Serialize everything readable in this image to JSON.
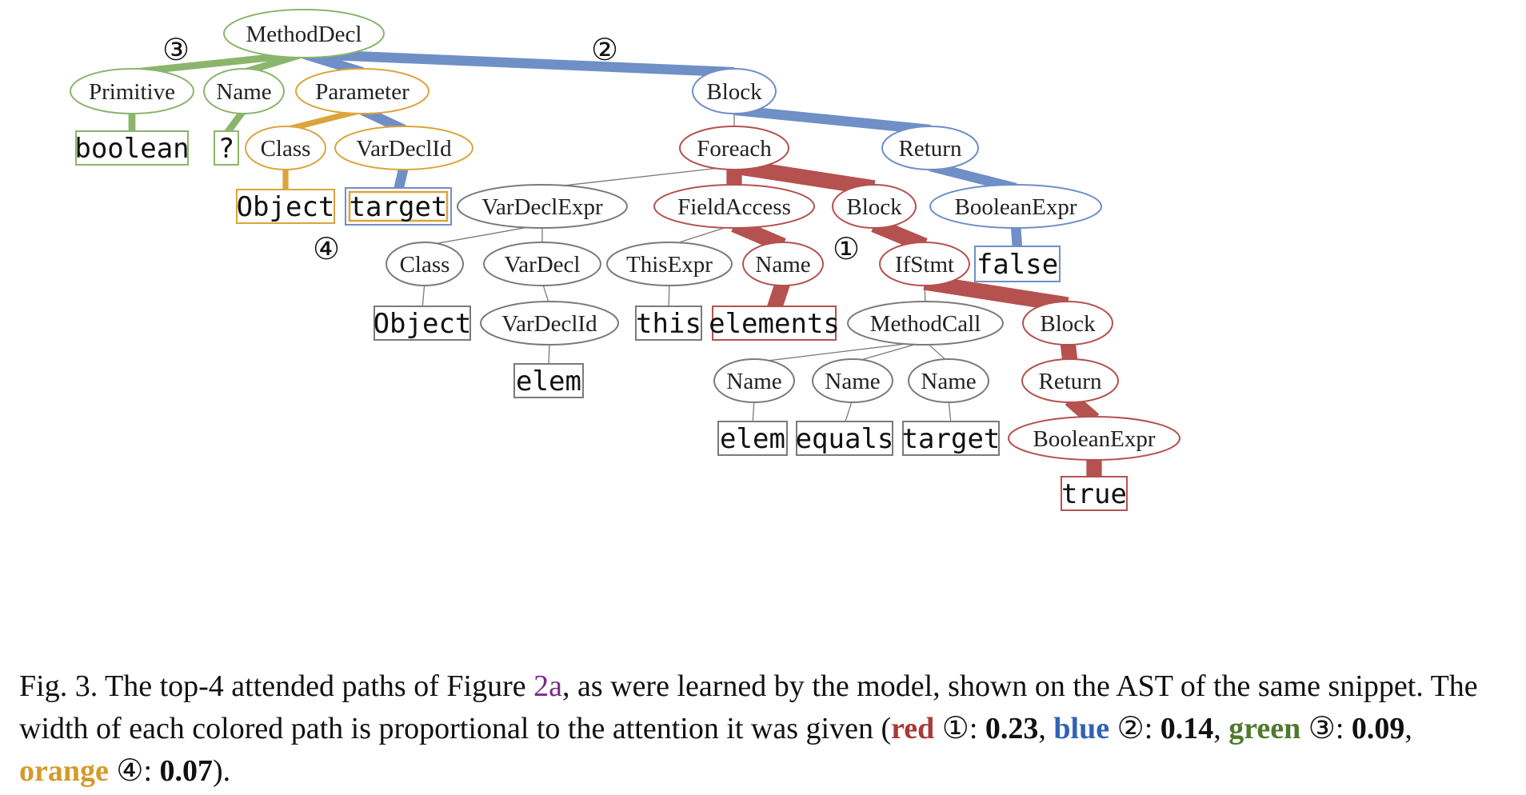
{
  "colors": {
    "red": "#b5514f",
    "blue": "#6f8fc7",
    "green": "#8bb56c",
    "orange": "#dca43c",
    "gray": "#7a7a7a",
    "caption_red": "#a83a36",
    "caption_blue": "#2f63b4",
    "caption_green": "#4f7a2e",
    "caption_orange": "#d49a2a"
  },
  "tree": {
    "nodes": [
      {
        "id": "methoddecl",
        "label": "MethodDecl",
        "kind": "ellipse",
        "color": "green"
      },
      {
        "id": "primitive",
        "label": "Primitive",
        "kind": "ellipse",
        "color": "green"
      },
      {
        "id": "name_top",
        "label": "Name",
        "kind": "ellipse",
        "color": "green"
      },
      {
        "id": "parameter",
        "label": "Parameter",
        "kind": "ellipse",
        "color": "orange"
      },
      {
        "id": "block_top",
        "label": "Block",
        "kind": "ellipse",
        "color": "blue"
      },
      {
        "id": "boolean",
        "label": "boolean",
        "kind": "box",
        "color": "green"
      },
      {
        "id": "qmark",
        "label": "?",
        "kind": "box",
        "color": "green"
      },
      {
        "id": "class_param",
        "label": "Class",
        "kind": "ellipse",
        "color": "orange"
      },
      {
        "id": "vardeclid_param",
        "label": "VarDeclId",
        "kind": "ellipse",
        "color": "orange"
      },
      {
        "id": "object_param",
        "label": "Object",
        "kind": "box",
        "color": "orange"
      },
      {
        "id": "target_param",
        "label": "target",
        "kind": "box",
        "color": "blue",
        "inner": "orange"
      },
      {
        "id": "foreach",
        "label": "Foreach",
        "kind": "ellipse",
        "color": "red"
      },
      {
        "id": "return_top",
        "label": "Return",
        "kind": "ellipse",
        "color": "blue"
      },
      {
        "id": "boolexpr_top",
        "label": "BooleanExpr",
        "kind": "ellipse",
        "color": "blue"
      },
      {
        "id": "false_leaf",
        "label": "false",
        "kind": "box",
        "color": "blue"
      },
      {
        "id": "vardeclexpr",
        "label": "VarDeclExpr",
        "kind": "ellipse",
        "color": "gray"
      },
      {
        "id": "fieldaccess",
        "label": "FieldAccess",
        "kind": "ellipse",
        "color": "red"
      },
      {
        "id": "block_mid",
        "label": "Block",
        "kind": "ellipse",
        "color": "red"
      },
      {
        "id": "class_var",
        "label": "Class",
        "kind": "ellipse",
        "color": "gray"
      },
      {
        "id": "vardecl",
        "label": "VarDecl",
        "kind": "ellipse",
        "color": "gray"
      },
      {
        "id": "thisexpr",
        "label": "ThisExpr",
        "kind": "ellipse",
        "color": "gray"
      },
      {
        "id": "name_field",
        "label": "Name",
        "kind": "ellipse",
        "color": "red"
      },
      {
        "id": "ifstmt",
        "label": "IfStmt",
        "kind": "ellipse",
        "color": "red"
      },
      {
        "id": "object_var",
        "label": "Object",
        "kind": "box",
        "color": "gray"
      },
      {
        "id": "vardeclid_var",
        "label": "VarDeclId",
        "kind": "ellipse",
        "color": "gray"
      },
      {
        "id": "this_leaf",
        "label": "this",
        "kind": "box",
        "color": "gray"
      },
      {
        "id": "elements_leaf",
        "label": "elements",
        "kind": "box",
        "color": "red"
      },
      {
        "id": "methodcall",
        "label": "MethodCall",
        "kind": "ellipse",
        "color": "gray"
      },
      {
        "id": "block_if",
        "label": "Block",
        "kind": "ellipse",
        "color": "red"
      },
      {
        "id": "elem_var",
        "label": "elem",
        "kind": "box",
        "color": "gray"
      },
      {
        "id": "name_a",
        "label": "Name",
        "kind": "ellipse",
        "color": "gray"
      },
      {
        "id": "name_b",
        "label": "Name",
        "kind": "ellipse",
        "color": "gray"
      },
      {
        "id": "name_c",
        "label": "Name",
        "kind": "ellipse",
        "color": "gray"
      },
      {
        "id": "return_if",
        "label": "Return",
        "kind": "ellipse",
        "color": "red"
      },
      {
        "id": "elem_leaf",
        "label": "elem",
        "kind": "box",
        "color": "gray"
      },
      {
        "id": "equals_leaf",
        "label": "equals",
        "kind": "box",
        "color": "gray"
      },
      {
        "id": "target_leaf",
        "label": "target",
        "kind": "box",
        "color": "gray"
      },
      {
        "id": "boolexpr_if",
        "label": "BooleanExpr",
        "kind": "ellipse",
        "color": "red"
      },
      {
        "id": "true_leaf",
        "label": "true",
        "kind": "box",
        "color": "red"
      }
    ],
    "edges": [
      {
        "from": "methoddecl",
        "to": "primitive",
        "color": "green",
        "weight": 0.09
      },
      {
        "from": "methoddecl",
        "to": "name_top",
        "color": "green",
        "weight": 0.09
      },
      {
        "from": "methoddecl",
        "to": "parameter",
        "color": "blue",
        "weight": 0.14
      },
      {
        "from": "methoddecl",
        "to": "block_top",
        "color": "blue",
        "weight": 0.14
      },
      {
        "from": "primitive",
        "to": "boolean",
        "color": "green",
        "weight": 0.09
      },
      {
        "from": "name_top",
        "to": "qmark",
        "color": "green",
        "weight": 0.09
      },
      {
        "from": "parameter",
        "to": "class_param",
        "color": "orange",
        "weight": 0.07
      },
      {
        "from": "parameter",
        "to": "vardeclid_param",
        "color": "blue",
        "weight": 0.14
      },
      {
        "from": "class_param",
        "to": "object_param",
        "color": "orange",
        "weight": 0.07
      },
      {
        "from": "vardeclid_param",
        "to": "target_param",
        "color": "blue",
        "weight": 0.14
      },
      {
        "from": "block_top",
        "to": "foreach",
        "color": "gray",
        "weight": 0
      },
      {
        "from": "block_top",
        "to": "return_top",
        "color": "blue",
        "weight": 0.14
      },
      {
        "from": "return_top",
        "to": "boolexpr_top",
        "color": "blue",
        "weight": 0.14
      },
      {
        "from": "boolexpr_top",
        "to": "false_leaf",
        "color": "blue",
        "weight": 0.14
      },
      {
        "from": "foreach",
        "to": "vardeclexpr",
        "color": "gray",
        "weight": 0
      },
      {
        "from": "foreach",
        "to": "fieldaccess",
        "color": "red",
        "weight": 0.23
      },
      {
        "from": "foreach",
        "to": "block_mid",
        "color": "red",
        "weight": 0.23
      },
      {
        "from": "vardeclexpr",
        "to": "class_var",
        "color": "gray",
        "weight": 0
      },
      {
        "from": "vardeclexpr",
        "to": "vardecl",
        "color": "gray",
        "weight": 0
      },
      {
        "from": "fieldaccess",
        "to": "thisexpr",
        "color": "gray",
        "weight": 0
      },
      {
        "from": "fieldaccess",
        "to": "name_field",
        "color": "red",
        "weight": 0.23
      },
      {
        "from": "block_mid",
        "to": "ifstmt",
        "color": "red",
        "weight": 0.23
      },
      {
        "from": "class_var",
        "to": "object_var",
        "color": "gray",
        "weight": 0
      },
      {
        "from": "vardecl",
        "to": "vardeclid_var",
        "color": "gray",
        "weight": 0
      },
      {
        "from": "thisexpr",
        "to": "this_leaf",
        "color": "gray",
        "weight": 0
      },
      {
        "from": "name_field",
        "to": "elements_leaf",
        "color": "red",
        "weight": 0.23
      },
      {
        "from": "ifstmt",
        "to": "methodcall",
        "color": "gray",
        "weight": 0
      },
      {
        "from": "ifstmt",
        "to": "block_if",
        "color": "red",
        "weight": 0.23
      },
      {
        "from": "vardeclid_var",
        "to": "elem_var",
        "color": "gray",
        "weight": 0
      },
      {
        "from": "methodcall",
        "to": "name_a",
        "color": "gray",
        "weight": 0
      },
      {
        "from": "methodcall",
        "to": "name_b",
        "color": "gray",
        "weight": 0
      },
      {
        "from": "methodcall",
        "to": "name_c",
        "color": "gray",
        "weight": 0
      },
      {
        "from": "block_if",
        "to": "return_if",
        "color": "red",
        "weight": 0.23
      },
      {
        "from": "name_a",
        "to": "elem_leaf",
        "color": "gray",
        "weight": 0
      },
      {
        "from": "name_b",
        "to": "equals_leaf",
        "color": "gray",
        "weight": 0
      },
      {
        "from": "name_c",
        "to": "target_leaf",
        "color": "gray",
        "weight": 0
      },
      {
        "from": "return_if",
        "to": "boolexpr_if",
        "color": "red",
        "weight": 0.23
      },
      {
        "from": "boolexpr_if",
        "to": "true_leaf",
        "color": "red",
        "weight": 0.23
      }
    ],
    "markers": [
      {
        "id": "marker_1",
        "label": "①"
      },
      {
        "id": "marker_2",
        "label": "②"
      },
      {
        "id": "marker_3",
        "label": "③"
      },
      {
        "id": "marker_4",
        "label": "④"
      }
    ]
  },
  "caption": {
    "prefix": "Fig. 3.  The top-4 attended paths of Figure ",
    "figure_ref": "2a",
    "middle": ", as were learned by the model, shown on the AST of the same snippet. The width of each colored path is proportional to the attention it was given (",
    "red_word": "red",
    "red_marker": " ①: ",
    "red_value": "0.23",
    "sep1": ", ",
    "blue_word": "blue",
    "blue_marker": " ②: ",
    "blue_value": "0.14",
    "sep2": ", ",
    "green_word": "green",
    "green_marker": " ③: ",
    "green_value": "0.09",
    "sep3": ", ",
    "orange_word": "orange",
    "orange_marker": " ④: ",
    "orange_value": "0.07",
    "suffix": ")."
  }
}
